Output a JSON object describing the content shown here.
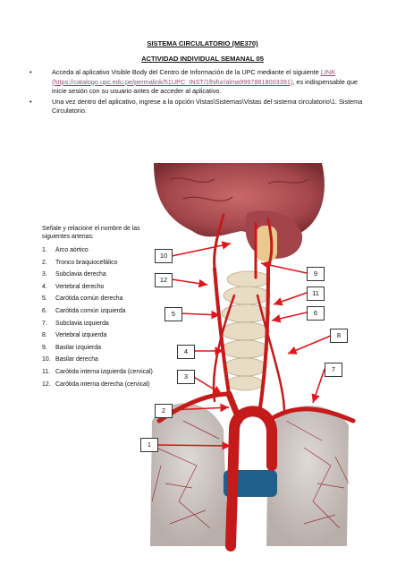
{
  "header": {
    "title": "SISTEMA CIRCULATORIO (ME370)",
    "subtitle": "ACTIVIDAD INDIVIDUAL SEMANAL 05"
  },
  "instructions": [
    {
      "bullet": "•",
      "before": "Acceda al aplicativo Visible Body del Centro de Información de la UPC mediante el siguiente ",
      "link_label": "LINK",
      "url": "(https://catalogo.upc.edu.pe/permalink/51UPC_INST/1fhifur/alma99978818003391)",
      "after": ", es indispensable que inicie sesión con su usuario antes de acceder al aplicativo."
    },
    {
      "bullet": "•",
      "text": "Una vez dentro del aplicativo, ingrese a la opción Vistas\\Sistemas\\Vistas del sistema circulatorio\\1. Sistema Circulatorio."
    }
  ],
  "exercise": {
    "intro": "Señale y relacione el nombre de las siguientes arterias:",
    "items": [
      {
        "num": "1.",
        "label": "Arco aórtico"
      },
      {
        "num": "2.",
        "label": "Tronco braquiocefálico"
      },
      {
        "num": "3.",
        "label": "Subclavia derecha"
      },
      {
        "num": "4.",
        "label": "Vertebral derecho"
      },
      {
        "num": "5.",
        "label": "Carótida común derecha"
      },
      {
        "num": "6.",
        "label": "Carótida común izquierda"
      },
      {
        "num": "7.",
        "label": "Subclavia izquierda"
      },
      {
        "num": "8.",
        "label": "Vertebral izquierda"
      },
      {
        "num": "9.",
        "label": "Basilar izquierda"
      },
      {
        "num": "10.",
        "label": "Basilar derecha"
      },
      {
        "num": "11.",
        "label": "Carótida interna izquierda (cervical)"
      },
      {
        "num": "12.",
        "label": "Carótida interna derecha (cervical)"
      }
    ]
  },
  "figure": {
    "labels": {
      "b10": "10",
      "b12": "12",
      "b5": "5",
      "b4": "4",
      "b3": "3",
      "b2": "2",
      "b1": "1",
      "b9": "9",
      "b11": "11",
      "b6": "6",
      "b8": "8",
      "b7": "7"
    },
    "colors": {
      "artery": "#c41a1a",
      "arrow": "#e0161b",
      "brain": "#b04a4e",
      "spine": "#e8dcc4",
      "lung": "#1f5f8a"
    }
  }
}
